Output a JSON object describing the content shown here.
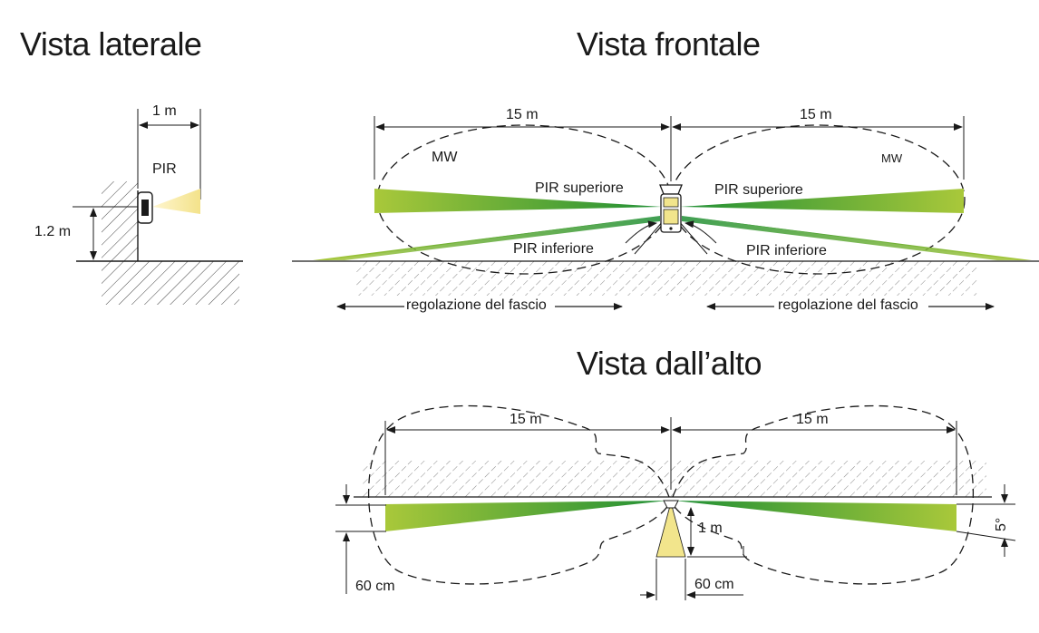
{
  "side_view": {
    "title": "Vista laterale",
    "width_label": "1 m",
    "pir_label": "PIR",
    "height_label": "1.2 m"
  },
  "front_view": {
    "title": "Vista frontale",
    "left_range": "15 m",
    "right_range": "15 m",
    "mw_left": "MW",
    "mw_right": "MW",
    "pir_upper_left": "PIR superiore",
    "pir_upper_right": "PIR superiore",
    "pir_lower_left": "PIR inferiore",
    "pir_lower_right": "PIR inferiore",
    "beam_adjust_left": "regolazione del fascio",
    "beam_adjust_right": "regolazione del fascio"
  },
  "top_view": {
    "title": "Vista dall’alto",
    "left_range": "15 m",
    "right_range": "15 m",
    "offset_left": "60 cm",
    "offset_center": "60 cm",
    "depth_label": "1 m",
    "angle_label": "5°"
  },
  "colors": {
    "beam_dark": "#2e9e3a",
    "beam_light": "#a8c83a",
    "pir_cone": "#f3e7a0",
    "device_body": "#f2e58c",
    "line": "#1a1a1a"
  }
}
